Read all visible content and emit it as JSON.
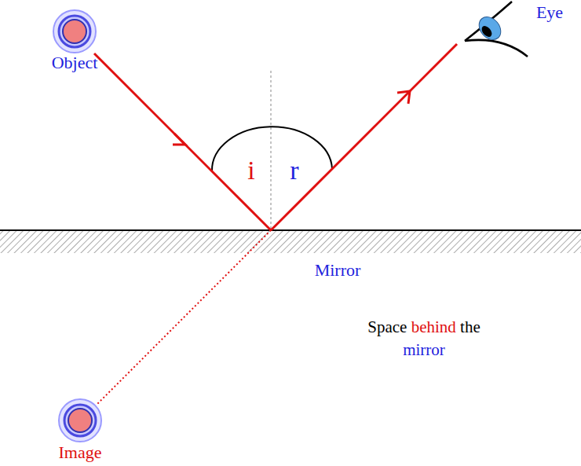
{
  "diagram": {
    "labels": [
      "Object",
      "i",
      "r",
      "Eye",
      "Mirror",
      "Space behind the mirror",
      "Image"
    ]
  }
}
